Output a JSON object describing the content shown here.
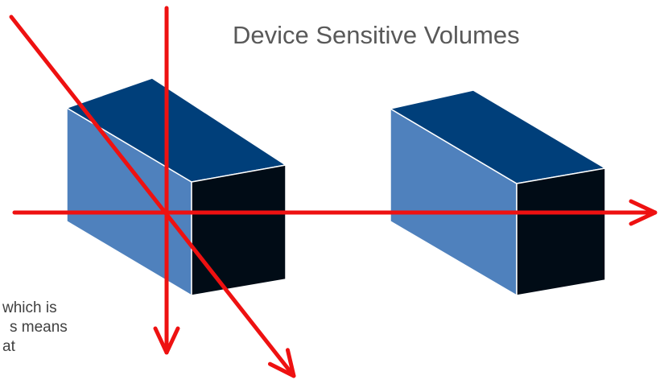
{
  "title": "Device Sensitive Volumes",
  "note_lines": [
    "which is",
    "s means",
    "at"
  ],
  "colors": {
    "box_front": "#4f81bd",
    "box_top": "#003f7a",
    "box_side": "#010c16",
    "box_edge": "#ffffff",
    "ray": "#ee1111",
    "title_text": "#595959"
  }
}
